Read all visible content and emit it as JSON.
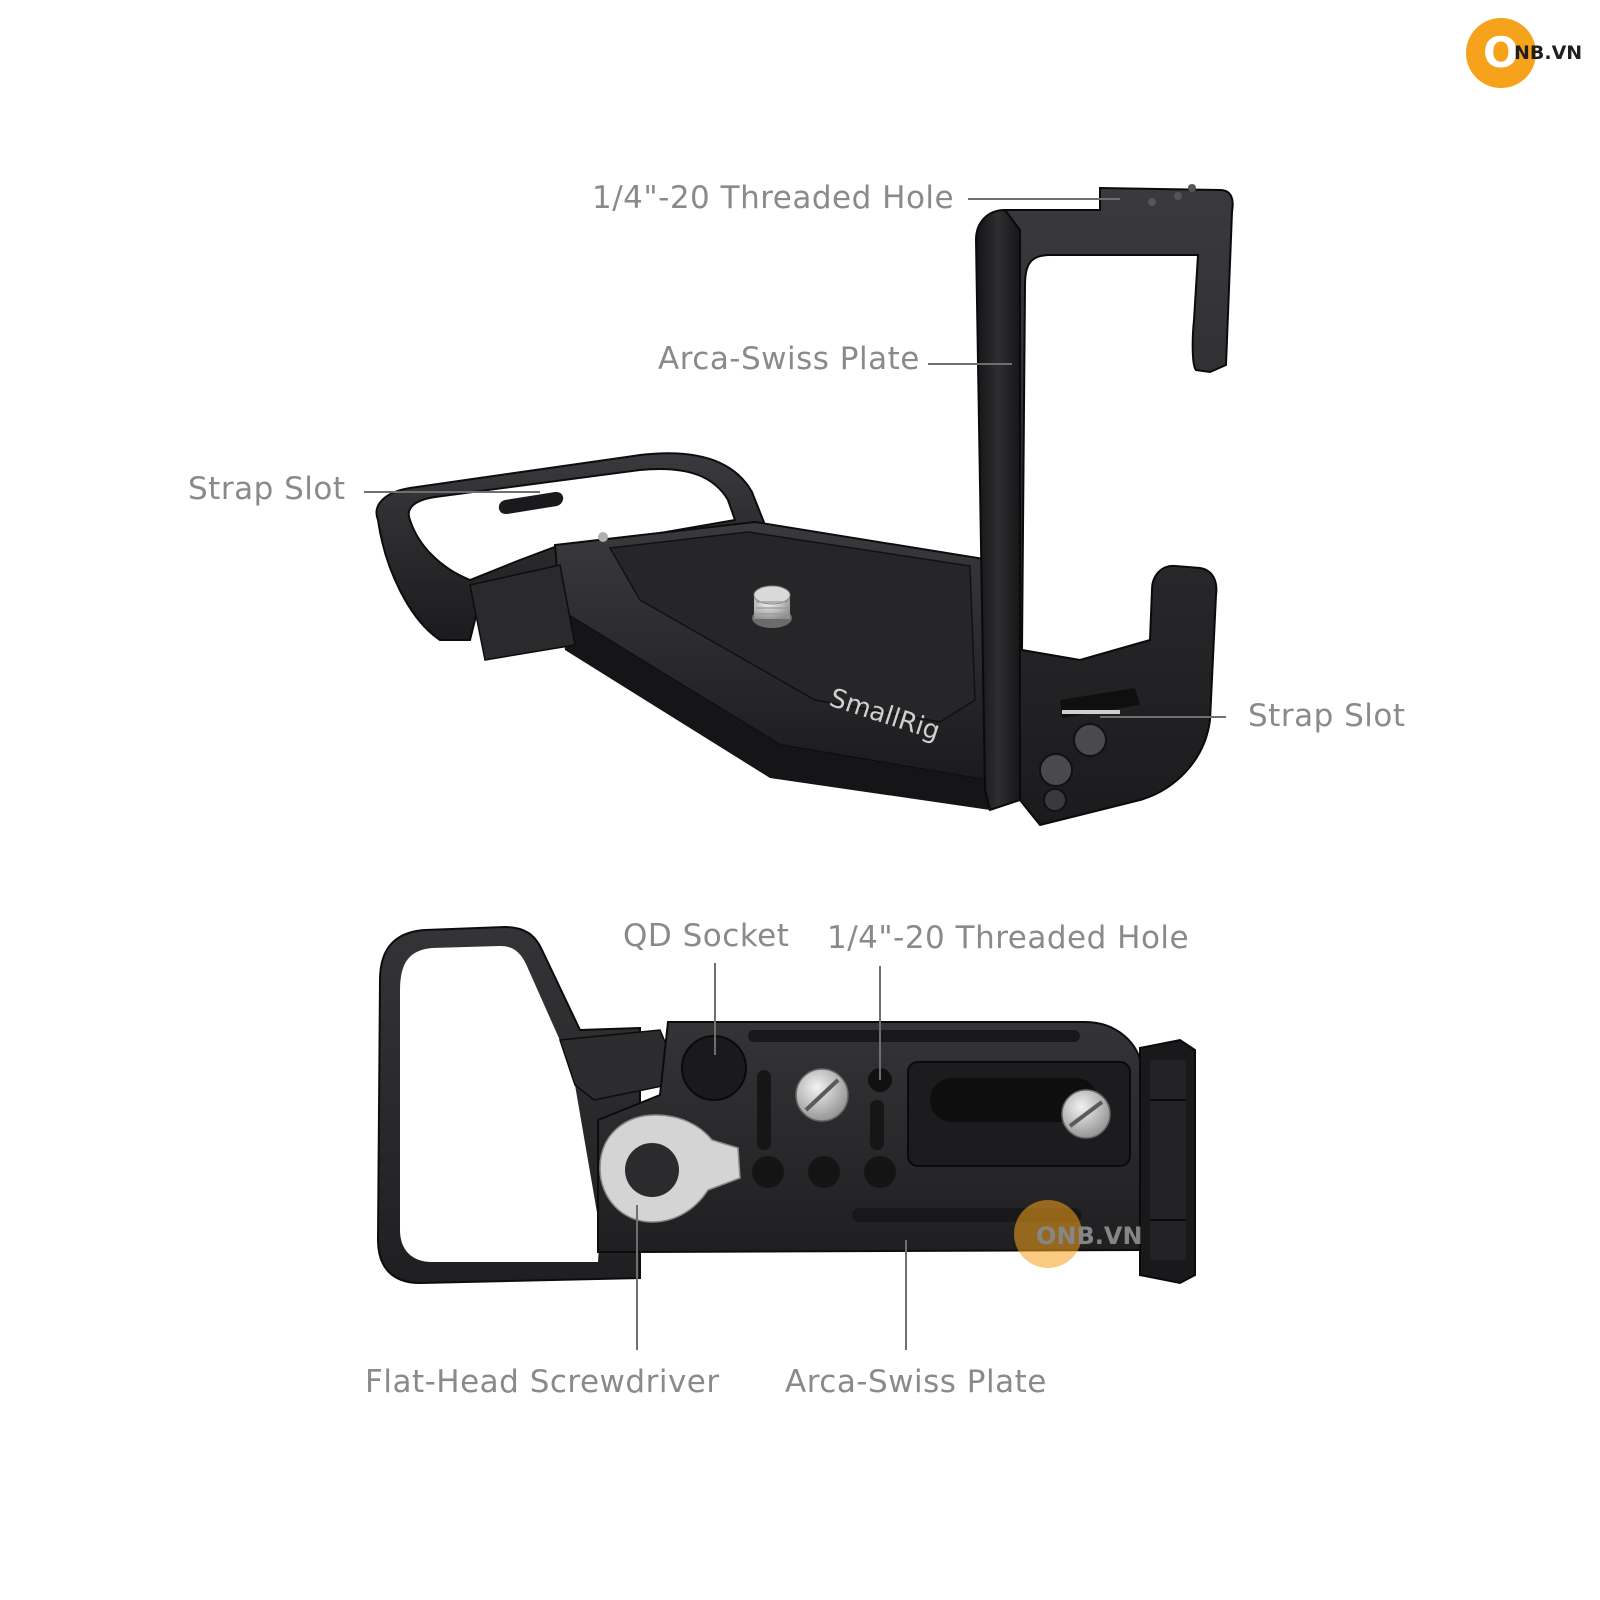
{
  "logo": {
    "brand": "ONB.VN",
    "letter": "O",
    "rest": "NB.VN"
  },
  "product": {
    "engraving": "SmallRig"
  },
  "watermark": {
    "text": "ONB.VN"
  },
  "callouts": {
    "top_threaded_hole": "1/4\"-20 Threaded Hole",
    "top_arca_swiss": "Arca-Swiss Plate",
    "left_strap_slot": "Strap Slot",
    "right_strap_slot": "Strap Slot",
    "qd_socket": "QD Socket",
    "bottom_threaded_hole": "1/4\"-20 Threaded Hole",
    "flat_head_screwdriver": "Flat-Head Screwdriver",
    "bottom_arca_swiss": "Arca-Swiss Plate"
  },
  "colors": {
    "metal_dark": "#1e1e20",
    "metal_mid": "#2c2c2f",
    "label_gray": "#8a8a8a",
    "line_gray": "#6f6f6f",
    "logo_orange": "#f7a21b"
  }
}
